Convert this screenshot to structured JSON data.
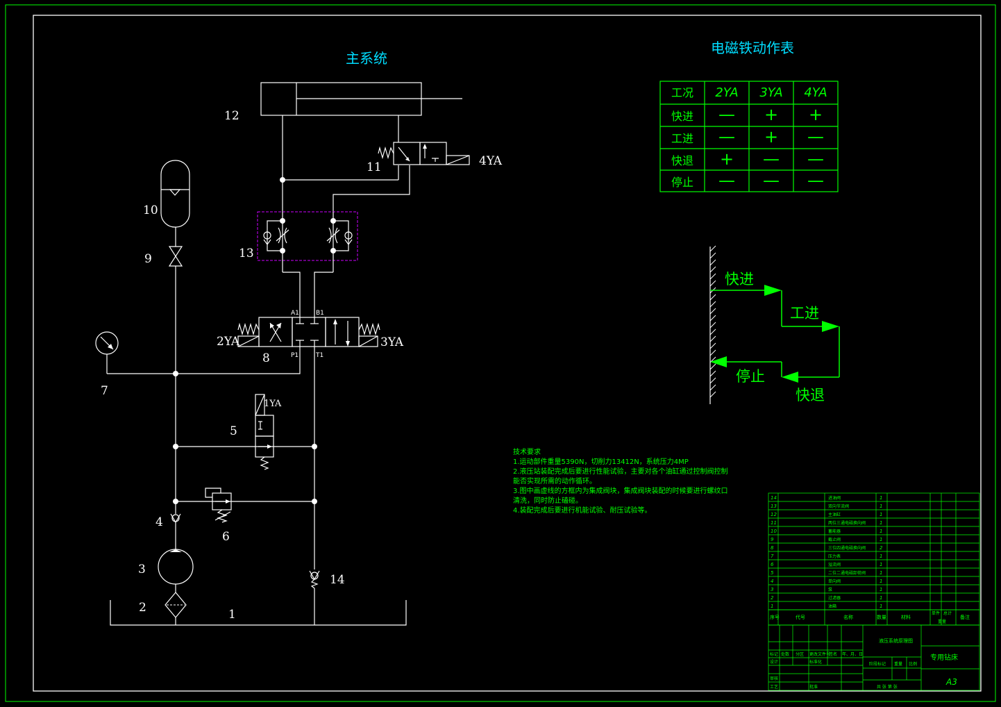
{
  "system_title": "主系统",
  "table_title": "电磁铁动作表",
  "solenoid_table": {
    "headers": [
      "工况",
      "2YA",
      "3YA",
      "4YA"
    ],
    "rows": [
      [
        "快进",
        "—",
        "+",
        "+"
      ],
      [
        "工进",
        "—",
        "+",
        "—"
      ],
      [
        "快退",
        "+",
        "—",
        "—"
      ],
      [
        "停止",
        "—",
        "—",
        "—"
      ]
    ]
  },
  "cycle_labels": {
    "fast_forward": "快进",
    "work_feed": "工进",
    "stop": "停止",
    "fast_return": "快退"
  },
  "component_numbers": {
    "n1": "1",
    "n2": "2",
    "n3": "3",
    "n4": "4",
    "n5": "5",
    "n6": "6",
    "n7": "7",
    "n8": "8",
    "n9": "9",
    "n10": "10",
    "n11": "11",
    "n12": "12",
    "n13": "13",
    "n14": "14"
  },
  "solenoids": {
    "ya1": "1YA",
    "ya2": "2YA",
    "ya3": "3YA",
    "ya4": "4YA"
  },
  "ports": {
    "a1": "A1",
    "b1": "B1",
    "p1": "P1",
    "t1": "T1"
  },
  "tech_requirements": {
    "title": "技术要求",
    "lines": [
      "1.运动部件重量5390N，切削力13412N，系统压力4MP",
      "2.液压站装配完成后要进行性能试验，主要对各个油缸通过控制阀控制",
      "能否实现所需的动作循环。",
      "3.图中画虚线的方框内为集成阀块，集成阀块装配的时候要进行螺纹口",
      "清洗，同时防止磕碰。",
      "4.装配完成后要进行机能试验、耐压试验等。"
    ]
  },
  "parts_list": [
    {
      "no": "14",
      "name": "进油阀",
      "qty": "1"
    },
    {
      "no": "13",
      "name": "双向节流阀",
      "qty": "1"
    },
    {
      "no": "12",
      "name": "主油缸",
      "qty": "1"
    },
    {
      "no": "11",
      "name": "两位三通电磁换向阀",
      "qty": "1"
    },
    {
      "no": "10",
      "name": "蓄能器",
      "qty": "1"
    },
    {
      "no": "9",
      "name": "截止阀",
      "qty": "1"
    },
    {
      "no": "8",
      "name": "三位四通电磁换向阀",
      "qty": "2"
    },
    {
      "no": "7",
      "name": "压力表",
      "qty": "1"
    },
    {
      "no": "6",
      "name": "溢流阀",
      "qty": "1"
    },
    {
      "no": "5",
      "name": "二位二通电磁卸荷阀",
      "qty": "1"
    },
    {
      "no": "4",
      "name": "单向阀",
      "qty": "1"
    },
    {
      "no": "3",
      "name": "泵",
      "qty": "1"
    },
    {
      "no": "2",
      "name": "过滤器",
      "qty": "1"
    },
    {
      "no": "1",
      "name": "油箱",
      "qty": "1"
    }
  ],
  "parts_header": {
    "no": "序号",
    "code": "代号",
    "name": "名称",
    "qty": "数量",
    "material": "材料",
    "unit": "单件",
    "total": "总计",
    "weight": "重量",
    "note": "备注"
  },
  "title_block": {
    "drawing_name": "液压系统原理图",
    "company": "专用钻床",
    "size": "A3",
    "stage": "阶段标记",
    "weight": "重量",
    "scale": "比例",
    "sheets": "共 张 第 张",
    "mark": "标记",
    "count": "处数",
    "zone": "分区",
    "change_doc": "更改文件号",
    "sign": "签名",
    "date": "年、月、日",
    "design": "设计",
    "standard": "标准化",
    "check": "审核",
    "process": "工艺",
    "approve": "批准"
  }
}
